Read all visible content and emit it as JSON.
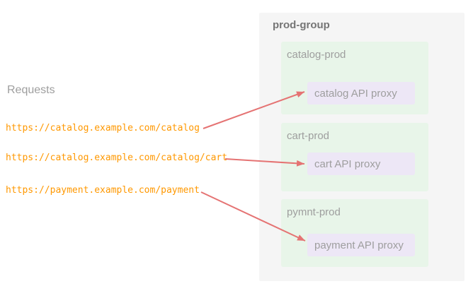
{
  "colors": {
    "url_text": "#ff9800",
    "arrow": "#e57373",
    "group_background": "#f5f5f5",
    "environment_background": "#e8f5e9",
    "proxy_background": "#ede7f6",
    "muted_text": "#9e9e9e",
    "group_title_text": "#757575"
  },
  "left_panel": {
    "title": "Requests",
    "urls": [
      "https://catalog.example.com/catalog",
      "https://catalog.example.com/catalog/cart",
      "https://payment.example.com/payment"
    ]
  },
  "prod_group": {
    "label": "prod-group",
    "environments": [
      {
        "label": "catalog-prod",
        "proxy_label": "catalog API proxy"
      },
      {
        "label": "cart-prod",
        "proxy_label": "cart API proxy"
      },
      {
        "label": "pymnt-prod",
        "proxy_label": "payment API proxy"
      }
    ]
  },
  "arrows": [
    {
      "from": "https://catalog.example.com/catalog",
      "to": "catalog API proxy"
    },
    {
      "from": "https://catalog.example.com/catalog/cart",
      "to": "cart API proxy"
    },
    {
      "from": "https://payment.example.com/payment",
      "to": "payment API proxy"
    }
  ]
}
